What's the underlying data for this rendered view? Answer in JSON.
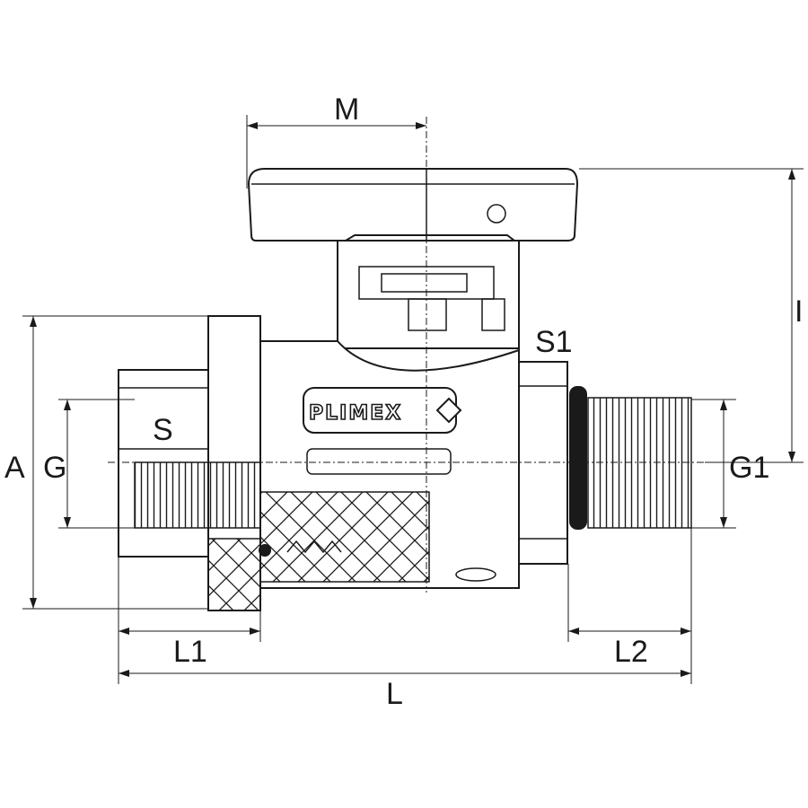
{
  "drawing": {
    "brand_logo": "PLIMEX",
    "dimensions": {
      "M": "M",
      "I": "I",
      "S1": "S1",
      "A": "A",
      "G": "G",
      "S": "S",
      "G1": "G1",
      "L1": "L1",
      "L2": "L2",
      "L": "L"
    }
  }
}
